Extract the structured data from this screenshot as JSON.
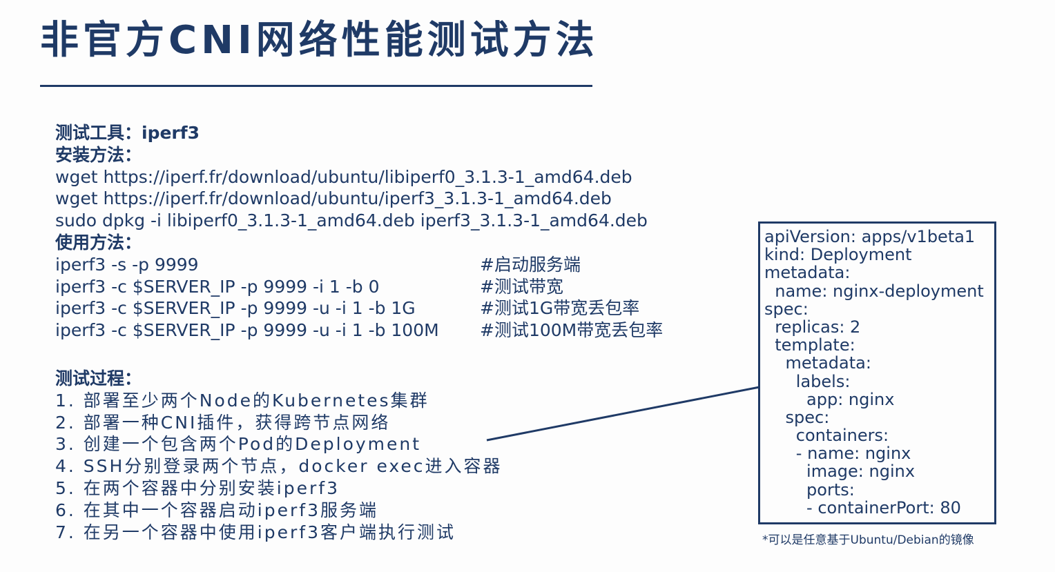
{
  "title": "非官方CNI网络性能测试方法",
  "tool": {
    "label": "测试工具：",
    "value": "iperf3"
  },
  "install": {
    "heading": "安装方法：",
    "commands": [
      "wget https://iperf.fr/download/ubuntu/libiperf0_3.1.3-1_amd64.deb",
      "wget https://iperf.fr/download/ubuntu/iperf3_3.1.3-1_amd64.deb",
      "sudo dpkg -i libiperf0_3.1.3-1_amd64.deb iperf3_3.1.3-1_amd64.deb"
    ]
  },
  "usage": {
    "heading": "使用方法：",
    "rows": [
      {
        "cmd": "iperf3 -s -p 9999",
        "comment": "#启动服务端"
      },
      {
        "cmd": "iperf3 -c $SERVER_IP -p 9999 -i 1 -b 0",
        "comment": "#测试带宽"
      },
      {
        "cmd": "iperf3 -c $SERVER_IP -p 9999 -u -i 1 -b 1G",
        "comment": "#测试1G带宽丢包率"
      },
      {
        "cmd": "iperf3 -c $SERVER_IP -p 9999 -u -i 1 -b 100M",
        "comment": "#测试100M带宽丢包率"
      }
    ]
  },
  "process": {
    "heading": "测试过程：",
    "steps": [
      "1. 部署至少两个Node的Kubernetes集群",
      "2. 部署一种CNI插件，获得跨节点网络",
      "3. 创建一个包含两个Pod的Deployment",
      "4. SSH分别登录两个节点，docker exec进入容器",
      "5. 在两个容器中分别安装iperf3",
      "6. 在其中一个容器启动iperf3服务端",
      "7. 在另一个容器中使用iperf3客户端执行测试"
    ]
  },
  "yaml": [
    "apiVersion: apps/v1beta1",
    "kind: Deployment",
    "metadata:",
    "  name: nginx-deployment",
    "spec:",
    "  replicas: 2",
    "  template:",
    "    metadata:",
    "      labels:",
    "        app: nginx",
    "    spec:",
    "      containers:",
    "      - name: nginx",
    "        image: nginx",
    "        ports:",
    "        - containerPort: 80"
  ],
  "footnote": "*可以是任意基于Ubuntu/Debian的镜像",
  "colors": {
    "primary": "#1f3a66",
    "background": "#fdfdfd"
  }
}
